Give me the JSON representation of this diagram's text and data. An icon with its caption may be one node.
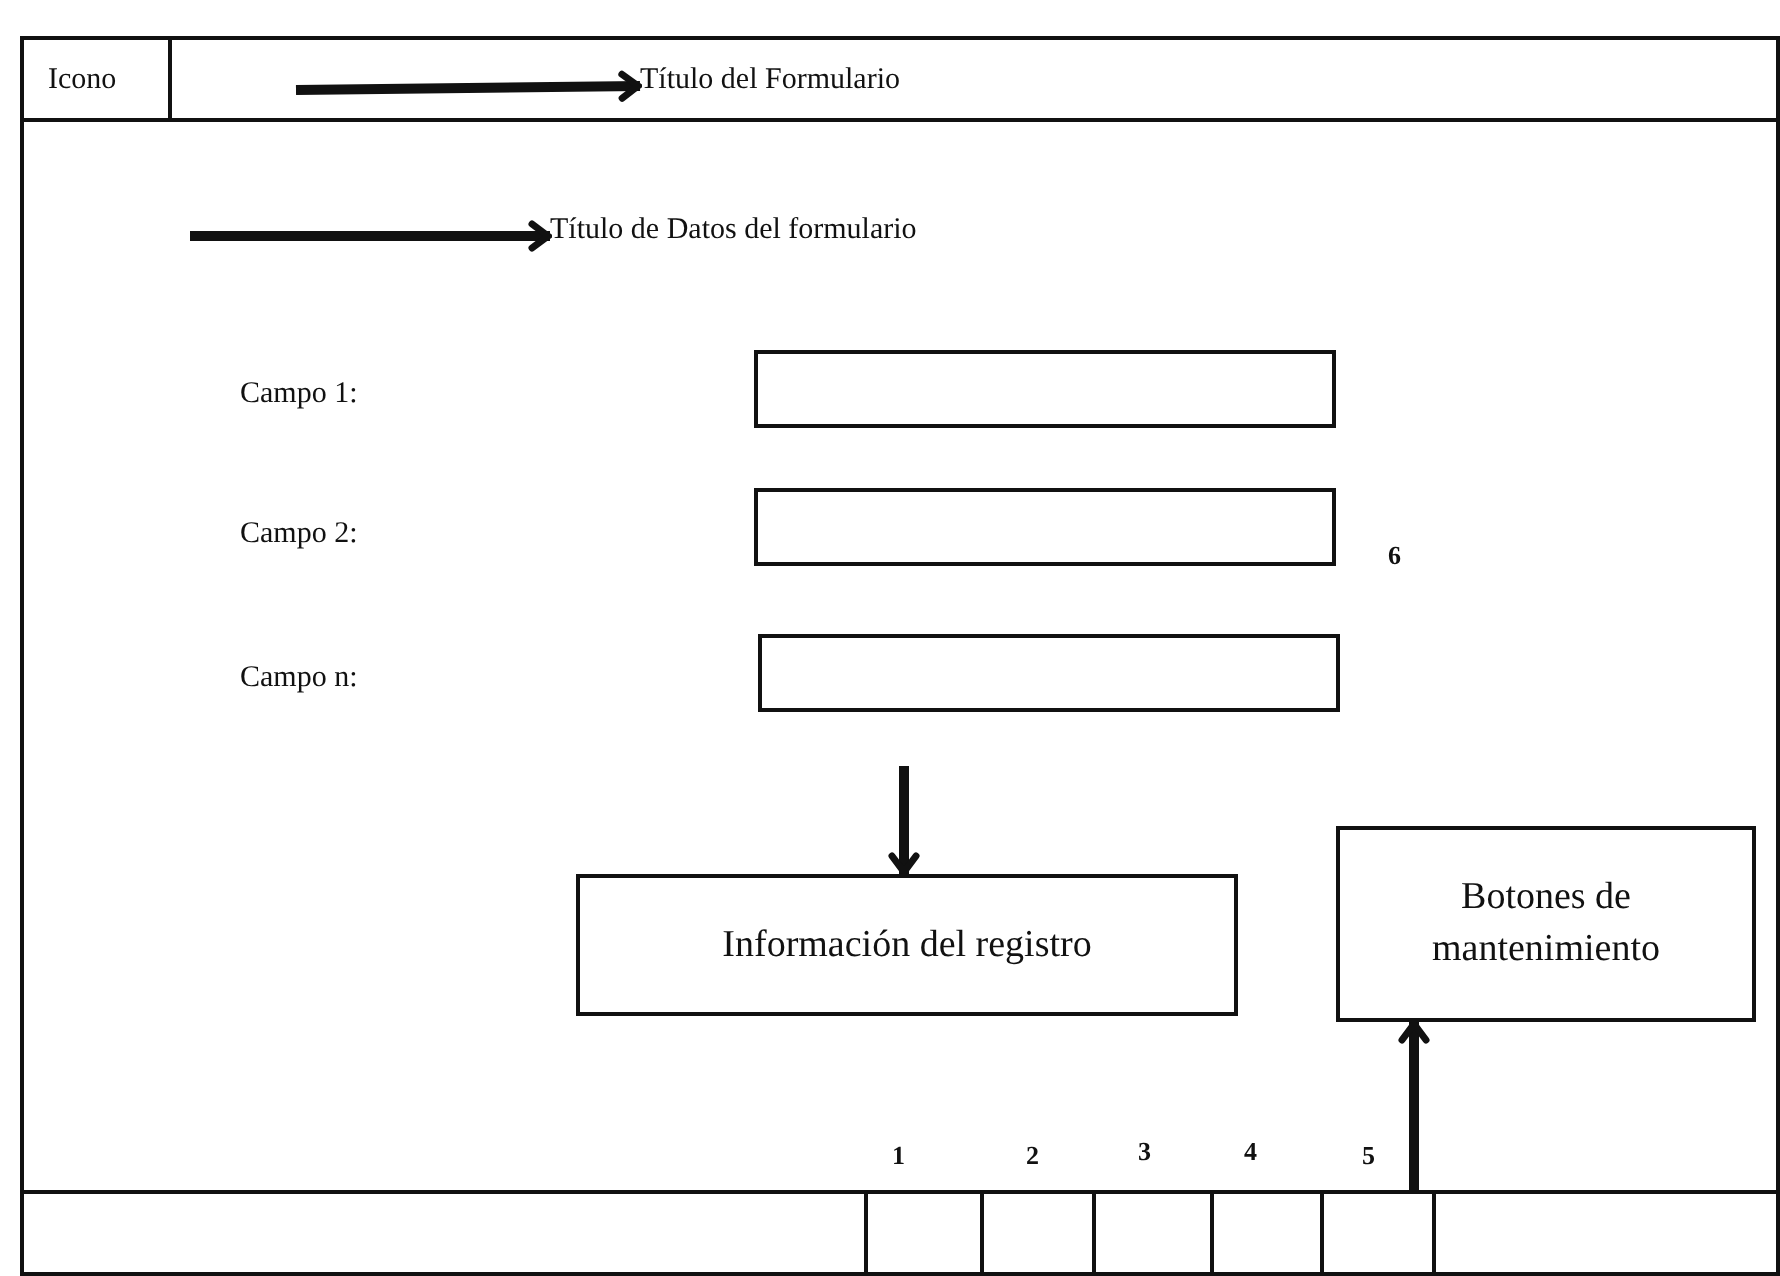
{
  "diagram": {
    "nodes": [
      {
        "text": [],
        "shape": "box"
      },
      {
        "text": [
          "Icono"
        ],
        "in": 0
      },
      {
        "text": [
          "Título del Formulario"
        ],
        "in": 0
      },
      {
        "text": [
          "Título de Datos del formulario"
        ],
        "in": 0
      },
      {
        "text": [],
        "shape": "box",
        "in": 0
      },
      {
        "text": [],
        "shape": "box",
        "in": 0
      },
      {
        "text": [],
        "shape": "box",
        "in": 0
      },
      {
        "text": [
          "Información del registro"
        ],
        "in": 0
      },
      {
        "text": [
          "Botones de mantenimiento"
        ],
        "in": 0
      },
      {
        "text": [],
        "shape": "box",
        "in": 0
      },
      {
        "text": [],
        "shape": "box",
        "in": 0,
        "beside": [
          "1"
        ]
      },
      {
        "text": [],
        "shape": "box",
        "in": 0,
        "beside": [
          "2"
        ]
      },
      {
        "text": [],
        "shape": "box",
        "in": 0,
        "beside": [
          "3"
        ]
      },
      {
        "text": [],
        "shape": "box",
        "in": 0,
        "beside": [
          "4"
        ]
      },
      {
        "text": [],
        "shape": "box",
        "in": 0,
        "beside": [
          "5"
        ]
      },
      {
        "text": [],
        "shape": "box",
        "in": 0
      }
    ],
    "edges": [
      {
        "from": null,
        "to": 2,
        "arrow": "to"
      },
      {
        "from": null,
        "to": 3,
        "arrow": "to"
      },
      {
        "from": null,
        "to": 7,
        "arrow": "to"
      },
      {
        "from": 14,
        "to": 8,
        "arrow": "to"
      }
    ],
    "labels": [
      "Campo 1:",
      "Campo 2:",
      "6",
      "Campo n:"
    ]
  }
}
